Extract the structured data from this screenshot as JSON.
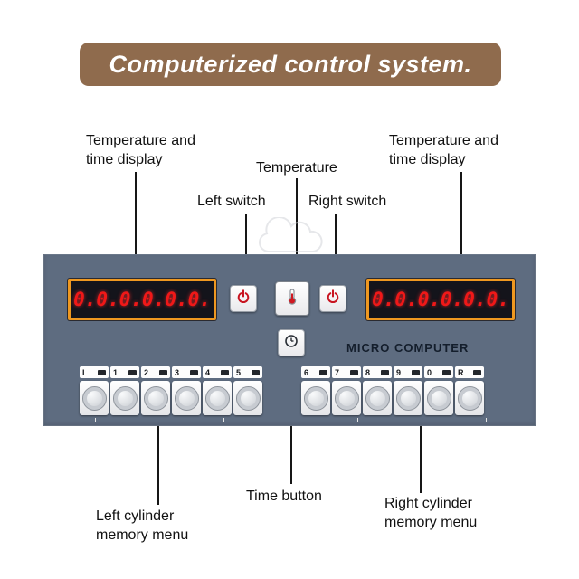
{
  "banner": {
    "title": "Computerized control system."
  },
  "callouts": {
    "temp_time_left": "Temperature and\ntime display",
    "temperature": "Temperature",
    "left_switch": "Left switch",
    "right_switch": "Right switch",
    "temp_time_right": "Temperature and\ntime display",
    "time_button": "Time button",
    "left_cylinder": "Left cylinder\nmemory menu",
    "right_cylinder": "Right cylinder\nmemory menu"
  },
  "panel": {
    "brand": "MICRO COMPUTER",
    "left_display": {
      "value": "0.0.0.0.0.0.",
      "ghost": "8.8.8.8.8.8."
    },
    "right_display": {
      "value": "0.0.0.0.0.0.",
      "ghost": "8.8.8.8.8.8."
    },
    "memory_buttons_left": [
      "L",
      "1",
      "2",
      "3",
      "4",
      "5"
    ],
    "memory_buttons_right": [
      "6",
      "7",
      "8",
      "9",
      "0",
      "R"
    ],
    "colors": {
      "banner_brown": "#8f6b4d",
      "panel": "#5e6c80",
      "display_border": "#ef9820",
      "digit_red": "#f01818",
      "switch_icon_red": "#c81420"
    }
  }
}
